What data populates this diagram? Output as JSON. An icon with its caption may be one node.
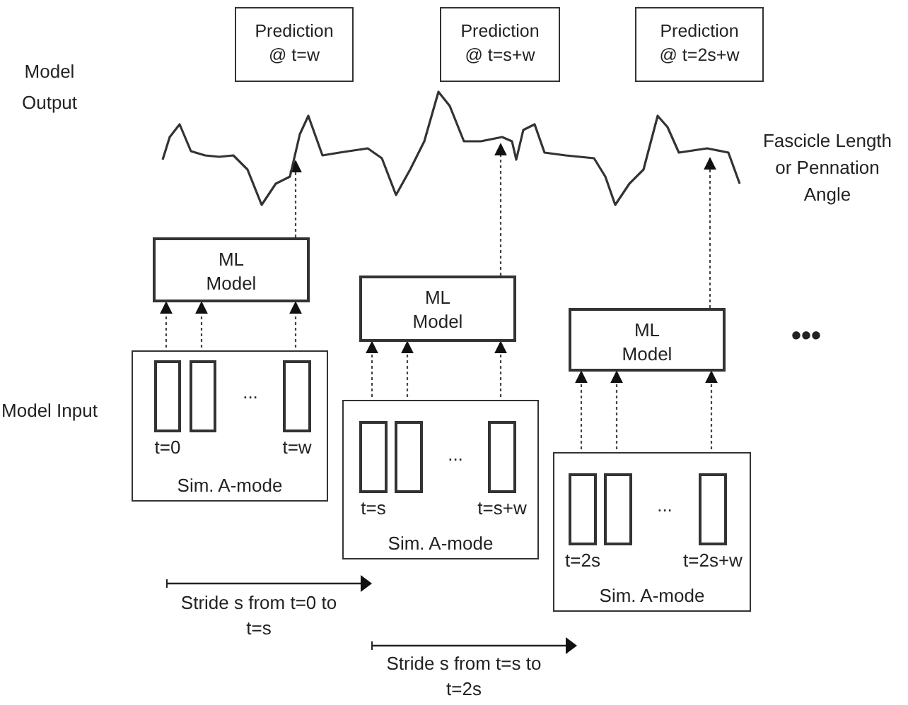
{
  "diagram": {
    "nodes": [
      {
        "text": [
          "Prediction @ t=w"
        ]
      },
      {
        "text": [
          "Prediction @ t=s+w"
        ]
      },
      {
        "text": [
          "Prediction @ t=2s+w"
        ]
      },
      {
        "text": [],
        "shape": "picture",
        "beside": [
          "Fascicle Length or Pennation Angle"
        ]
      },
      {
        "text": [
          "ML Model"
        ]
      },
      {
        "text": [
          "Sim. A-mode"
        ]
      },
      {
        "text": [],
        "shape": "box",
        "in": 5,
        "beside": [
          "t=0"
        ]
      },
      {
        "text": [],
        "shape": "box",
        "in": 5
      },
      {
        "text": [],
        "shape": "box",
        "in": 5,
        "beside": [
          "t=w"
        ]
      },
      {
        "text": [
          "ML Model"
        ]
      },
      {
        "text": [
          "Sim. A-mode"
        ]
      },
      {
        "text": [],
        "shape": "box",
        "in": 10,
        "beside": [
          "t=s"
        ]
      },
      {
        "text": [],
        "shape": "box",
        "in": 10
      },
      {
        "text": [],
        "shape": "box",
        "in": 10,
        "beside": [
          "t=s+w"
        ]
      },
      {
        "text": [
          "ML Model"
        ]
      },
      {
        "text": [
          "Sim. A-mode"
        ]
      },
      {
        "text": [],
        "shape": "box",
        "in": 15,
        "beside": [
          "t=2s"
        ]
      },
      {
        "text": [],
        "shape": "box",
        "in": 15
      },
      {
        "text": [],
        "shape": "box",
        "in": 15,
        "beside": [
          "t=2s+w"
        ]
      }
    ],
    "edges": [
      {
        "from": 6,
        "to": 4,
        "arrow": "to"
      },
      {
        "from": 7,
        "to": 4,
        "arrow": "to"
      },
      {
        "from": 8,
        "to": 4,
        "arrow": "to"
      },
      {
        "from": 4,
        "to": 3,
        "arrow": "to"
      },
      {
        "from": 11,
        "to": 9,
        "arrow": "to"
      },
      {
        "from": 12,
        "to": 9,
        "arrow": "to"
      },
      {
        "from": 13,
        "to": 9,
        "arrow": "to"
      },
      {
        "from": 9,
        "to": 3,
        "arrow": "to"
      },
      {
        "from": 16,
        "to": 14,
        "arrow": "to"
      },
      {
        "from": 17,
        "to": 14,
        "arrow": "to"
      },
      {
        "from": 18,
        "to": 14,
        "arrow": "to"
      },
      {
        "from": 14,
        "to": 3,
        "arrow": "to"
      }
    ],
    "labels": [
      "Model Output",
      "Model Input",
      "...",
      "...",
      "...",
      "•••",
      "Stride s from t=0 to t=s",
      "Stride s from t=s to t=2s"
    ]
  }
}
